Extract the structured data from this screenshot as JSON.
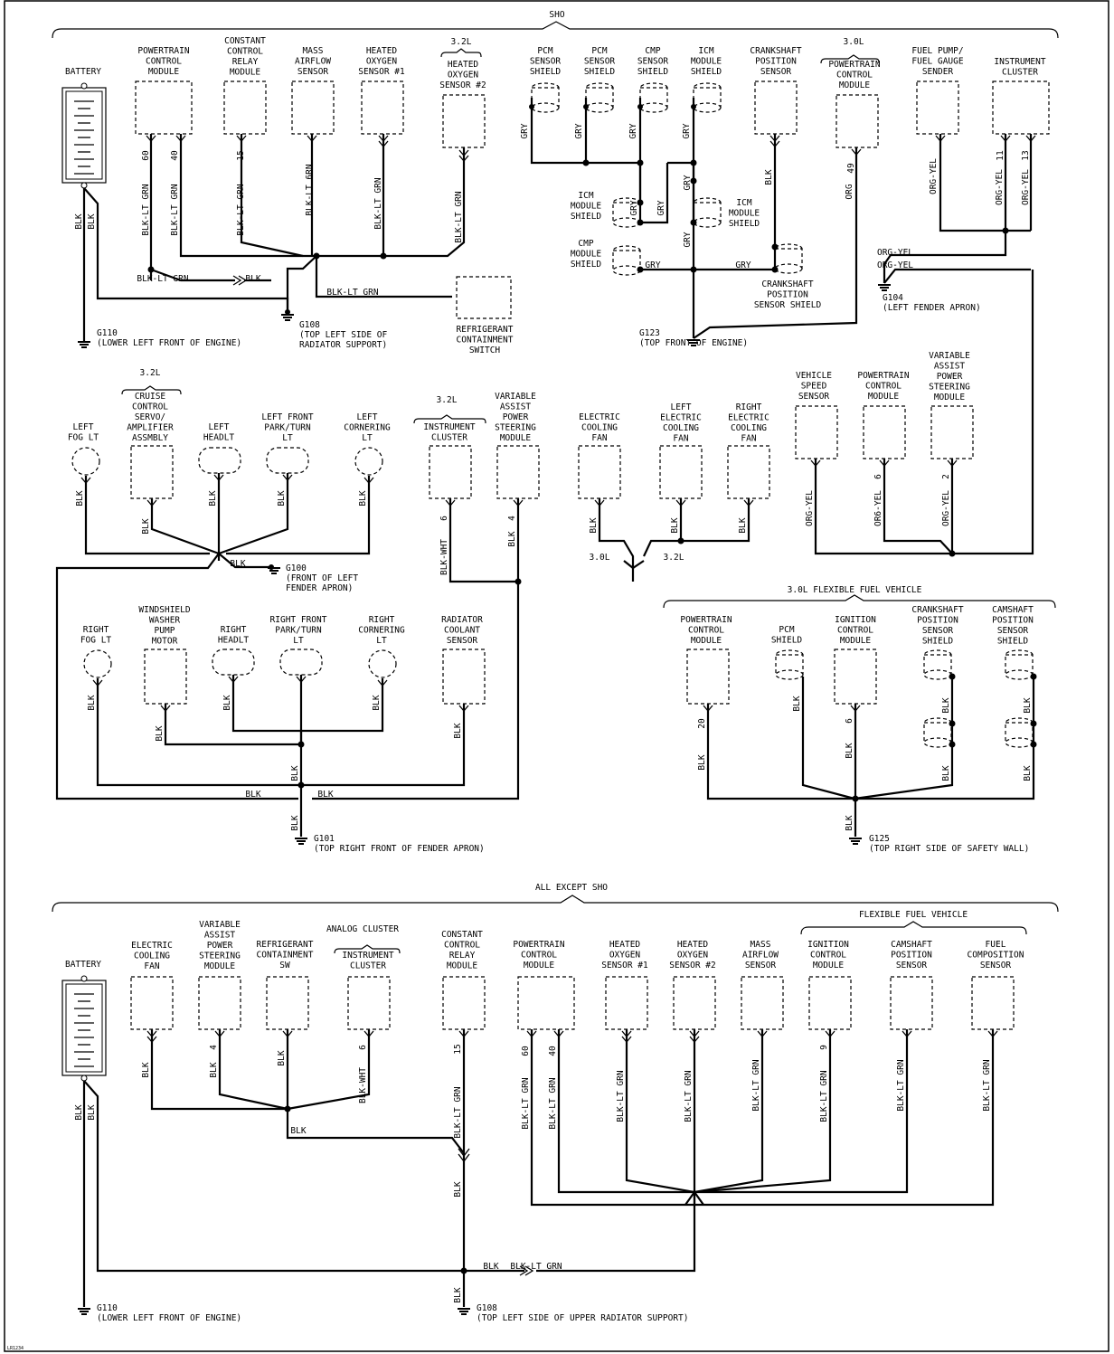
{
  "sections": {
    "sho": "SHO",
    "all_except_sho": "ALL EXCEPT SHO",
    "ffv_sho": "3.0L FLEXIBLE FUEL VEHICLE",
    "ffv": "FLEXIBLE FUEL VEHICLE"
  },
  "qualifiers": {
    "l32": "3.2L",
    "l30": "3.0L",
    "analog": "ANALOG CLUSTER"
  },
  "components": [
    {
      "id": "battery1",
      "lines": [
        "BATTERY"
      ]
    },
    {
      "id": "pcm1",
      "lines": [
        "POWERTRAIN",
        "CONTROL",
        "MODULE"
      ]
    },
    {
      "id": "ccrm1",
      "lines": [
        "CONSTANT",
        "CONTROL",
        "RELAY",
        "MODULE"
      ]
    },
    {
      "id": "maf1",
      "lines": [
        "MASS",
        "AIRFLOW",
        "SENSOR"
      ]
    },
    {
      "id": "ho2s1",
      "lines": [
        "HEATED",
        "OXYGEN",
        "SENSOR #1"
      ]
    },
    {
      "id": "ho2s2",
      "lines": [
        "HEATED",
        "OXYGEN",
        "SENSOR #2"
      ]
    },
    {
      "id": "pcmsh",
      "lines": [
        "PCM",
        "SENSOR",
        "SHIELD"
      ]
    },
    {
      "id": "pcmsh2",
      "lines": [
        "PCM",
        "SENSOR",
        "SHIELD"
      ]
    },
    {
      "id": "cmpsh",
      "lines": [
        "CMP",
        "SENSOR",
        "SHIELD"
      ]
    },
    {
      "id": "icmsh",
      "lines": [
        "ICM",
        "MODULE",
        "SHIELD"
      ]
    },
    {
      "id": "ckp1",
      "lines": [
        "CRANKSHAFT",
        "POSITION",
        "SENSOR"
      ]
    },
    {
      "id": "pcm2",
      "lines": [
        "POWERTRAIN",
        "CONTROL",
        "MODULE"
      ]
    },
    {
      "id": "fuelpump",
      "lines": [
        "FUEL PUMP/",
        "FUEL GAUGE",
        "SENDER"
      ]
    },
    {
      "id": "ic1",
      "lines": [
        "INSTRUMENT",
        "CLUSTER"
      ]
    },
    {
      "id": "icmsh2",
      "lines": [
        "ICM",
        "MODULE",
        "SHIELD"
      ]
    },
    {
      "id": "icmsh3",
      "lines": [
        "ICM",
        "MODULE",
        "SHIELD"
      ]
    },
    {
      "id": "cmpsh2",
      "lines": [
        "CMP",
        "MODULE",
        "SHIELD"
      ]
    },
    {
      "id": "ckpsh",
      "lines": [
        "CRANKSHAFT",
        "POSITION",
        "SENSOR SHIELD"
      ]
    },
    {
      "id": "rcs",
      "lines": [
        "REFRIGERANT",
        "CONTAINMENT",
        "SWITCH"
      ]
    },
    {
      "id": "leftfog",
      "lines": [
        "LEFT",
        "FOG LT"
      ]
    },
    {
      "id": "cruise",
      "lines": [
        "CRUISE",
        "CONTROL",
        "SERVO/",
        "AMPLIFIER",
        "ASSMBLY"
      ]
    },
    {
      "id": "lhead",
      "lines": [
        "LEFT",
        "HEADLT"
      ]
    },
    {
      "id": "lpark",
      "lines": [
        "LEFT FRONT",
        "PARK/TURN",
        "LT"
      ]
    },
    {
      "id": "lcorner",
      "lines": [
        "LEFT",
        "CORNERING",
        "LT"
      ]
    },
    {
      "id": "ic2",
      "lines": [
        "INSTRUMENT",
        "CLUSTER"
      ]
    },
    {
      "id": "vaps1",
      "lines": [
        "VARIABLE",
        "ASSIST",
        "POWER",
        "STEERING",
        "MODULE"
      ]
    },
    {
      "id": "ecf",
      "lines": [
        "ELECTRIC",
        "COOLING",
        "FAN"
      ]
    },
    {
      "id": "lecf",
      "lines": [
        "LEFT",
        "ELECTRIC",
        "COOLING",
        "FAN"
      ]
    },
    {
      "id": "recf",
      "lines": [
        "RIGHT",
        "ELECTRIC",
        "COOLING",
        "FAN"
      ]
    },
    {
      "id": "vss",
      "lines": [
        "VEHICLE",
        "SPEED",
        "SENSOR"
      ]
    },
    {
      "id": "pcm3",
      "lines": [
        "POWERTRAIN",
        "CONTROL",
        "MODULE"
      ]
    },
    {
      "id": "vaps2",
      "lines": [
        "VARIABLE",
        "ASSIST",
        "POWER",
        "STEERING",
        "MODULE"
      ]
    },
    {
      "id": "rfog",
      "lines": [
        "RIGHT",
        "FOG LT"
      ]
    },
    {
      "id": "washer",
      "lines": [
        "WINDSHIELD",
        "WASHER",
        "PUMP",
        "MOTOR"
      ]
    },
    {
      "id": "rhead",
      "lines": [
        "RIGHT",
        "HEADLT"
      ]
    },
    {
      "id": "rpark",
      "lines": [
        "RIGHT FRONT",
        "PARK/TURN",
        "LT"
      ]
    },
    {
      "id": "rcorner",
      "lines": [
        "RIGHT",
        "CORNERING",
        "LT"
      ]
    },
    {
      "id": "rcts",
      "lines": [
        "RADIATOR",
        "COOLANT",
        "SENSOR"
      ]
    },
    {
      "id": "pcm4",
      "lines": [
        "POWERTRAIN",
        "CONTROL",
        "MODULE"
      ]
    },
    {
      "id": "pcmsh3",
      "lines": [
        "PCM",
        "SHIELD"
      ]
    },
    {
      "id": "icm4",
      "lines": [
        "IGNITION",
        "CONTROL",
        "MODULE"
      ]
    },
    {
      "id": "ckpsh4",
      "lines": [
        "CRANKSHAFT",
        "POSITION",
        "SENSOR",
        "SHIELD"
      ]
    },
    {
      "id": "cmpsh4",
      "lines": [
        "CAMSHAFT",
        "POSITION",
        "SENSOR",
        "SHIELD"
      ]
    },
    {
      "id": "battery2",
      "lines": [
        "BATTERY"
      ]
    },
    {
      "id": "ecf5",
      "lines": [
        "ELECTRIC",
        "COOLING",
        "FAN"
      ]
    },
    {
      "id": "vaps5",
      "lines": [
        "VARIABLE",
        "ASSIST",
        "POWER",
        "STEERING",
        "MODULE"
      ]
    },
    {
      "id": "rcsw5",
      "lines": [
        "REFRIGERANT",
        "CONTAINMENT",
        "SW"
      ]
    },
    {
      "id": "ic5",
      "lines": [
        "INSTRUMENT",
        "CLUSTER"
      ]
    },
    {
      "id": "ccrm5",
      "lines": [
        "CONSTANT",
        "CONTROL",
        "RELAY",
        "MODULE"
      ]
    },
    {
      "id": "pcm5",
      "lines": [
        "POWERTRAIN",
        "CONTROL",
        "MODULE"
      ]
    },
    {
      "id": "ho2s15",
      "lines": [
        "HEATED",
        "OXYGEN",
        "SENSOR #1"
      ]
    },
    {
      "id": "ho2s25",
      "lines": [
        "HEATED",
        "OXYGEN",
        "SENSOR #2"
      ]
    },
    {
      "id": "maf5",
      "lines": [
        "MASS",
        "AIRFLOW",
        "SENSOR"
      ]
    },
    {
      "id": "icm5",
      "lines": [
        "IGNITION",
        "CONTROL",
        "MODULE"
      ]
    },
    {
      "id": "cmp5",
      "lines": [
        "CAMSHAFT",
        "POSITION",
        "SENSOR"
      ]
    },
    {
      "id": "fcs5",
      "lines": [
        "FUEL",
        "COMPOSITION",
        "SENSOR"
      ]
    }
  ],
  "grounds": [
    {
      "id": "g110a",
      "name": "G110",
      "loc": "(LOWER LEFT FRONT OF ENGINE)"
    },
    {
      "id": "g108a",
      "name": "G108",
      "loc": "(TOP LEFT SIDE OF",
      "loc2": "RADIATOR SUPPORT)"
    },
    {
      "id": "g123",
      "name": "G123",
      "loc": "(TOP FRONT OF ENGINE)"
    },
    {
      "id": "g104",
      "name": "G104",
      "loc": "(LEFT FENDER APRON)"
    },
    {
      "id": "g100",
      "name": "G100",
      "loc": "(FRONT OF LEFT",
      "loc2": "FENDER APRON)"
    },
    {
      "id": "g101",
      "name": "G101",
      "loc": "(TOP RIGHT FRONT OF FENDER APRON)"
    },
    {
      "id": "g125",
      "name": "G125",
      "loc": "(TOP RIGHT SIDE OF SAFETY WALL)"
    },
    {
      "id": "g110b",
      "name": "G110",
      "loc": "(LOWER LEFT FRONT OF ENGINE)"
    },
    {
      "id": "g108b",
      "name": "G108",
      "loc": "(TOP LEFT SIDE OF UPPER RADIATOR SUPPORT)"
    }
  ],
  "wire_colors": {
    "blk": "BLK",
    "blk_ltgrn": "BLK-LT GRN",
    "blk_ltgrn_tight": "BLK-LT GRN",
    "blk_lt6rn": "BLK-LT 6RN",
    "blk_wht": "BLK-WHT",
    "gry": "GRY",
    "org": "ORG",
    "org_yel": "ORG-YEL",
    "org_yel_alt": "ORG-YEL",
    "org6_yel": "OR6-YEL"
  },
  "pins": {
    "p60": "60",
    "p40": "40",
    "p15": "15",
    "p49": "49",
    "p11": "11",
    "p13": "13",
    "p6": "6",
    "p4": "4",
    "p2": "2",
    "p20": "20",
    "p9": "9"
  },
  "corner_mark": "LR1234"
}
